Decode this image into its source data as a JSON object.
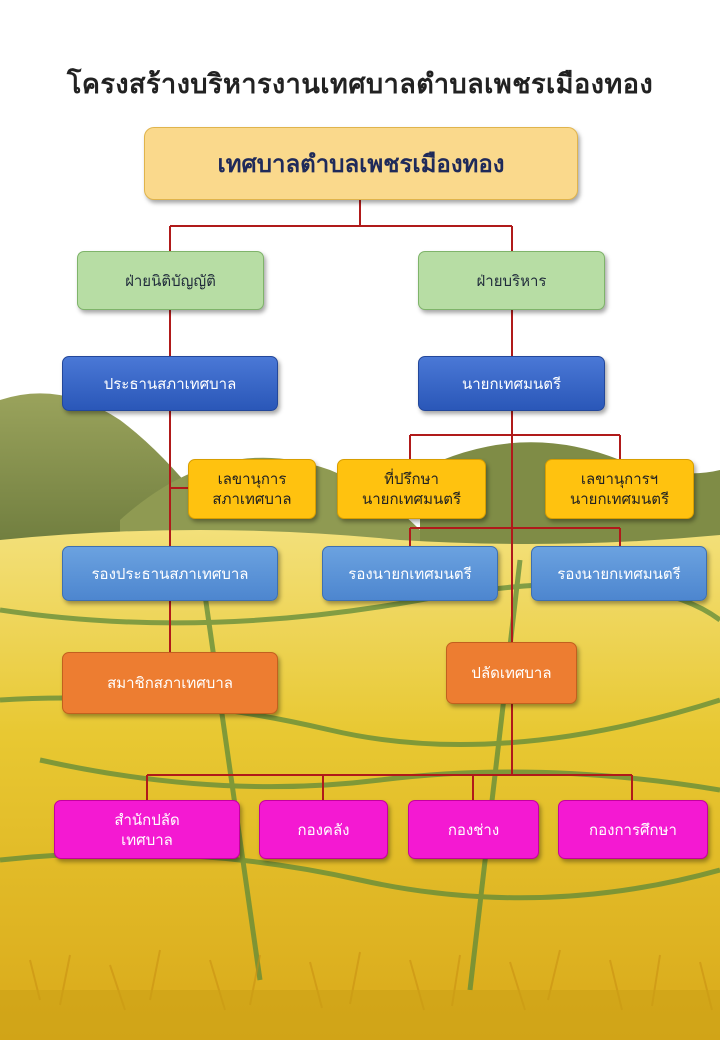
{
  "title": "โครงสร้างบริหารงานเทศบาลตำบลเพชรเมืองทอง",
  "root": "เทศบาลตำบลเพชรเมืองทอง",
  "legislative": {
    "branch": "ฝ่ายนิติบัญญัติ",
    "chairman": "ประธานสภาเทศบาล",
    "secretary": "เลขานุการ\nสภาเทศบาล",
    "vice_chairman": "รองประธานสภาเทศบาล",
    "members": "สมาชิกสภาเทศบาล"
  },
  "executive": {
    "branch": "ฝ่ายบริหาร",
    "mayor": "นายกเทศมนตรี",
    "advisor": "ที่ปรึกษา\nนายกเทศมนตรี",
    "secretary": "เลขานุการฯ\nนายกเทศมนตรี",
    "deputy_1": "รองนายกเทศมนตรี",
    "deputy_2": "รองนายกเทศมนตรี",
    "clerk": "ปลัดเทศบาล"
  },
  "divisions": [
    "สำนักปลัด\nเทศบาล",
    "กองคลัง",
    "กองช่าง",
    "กองการศึกษา"
  ]
}
